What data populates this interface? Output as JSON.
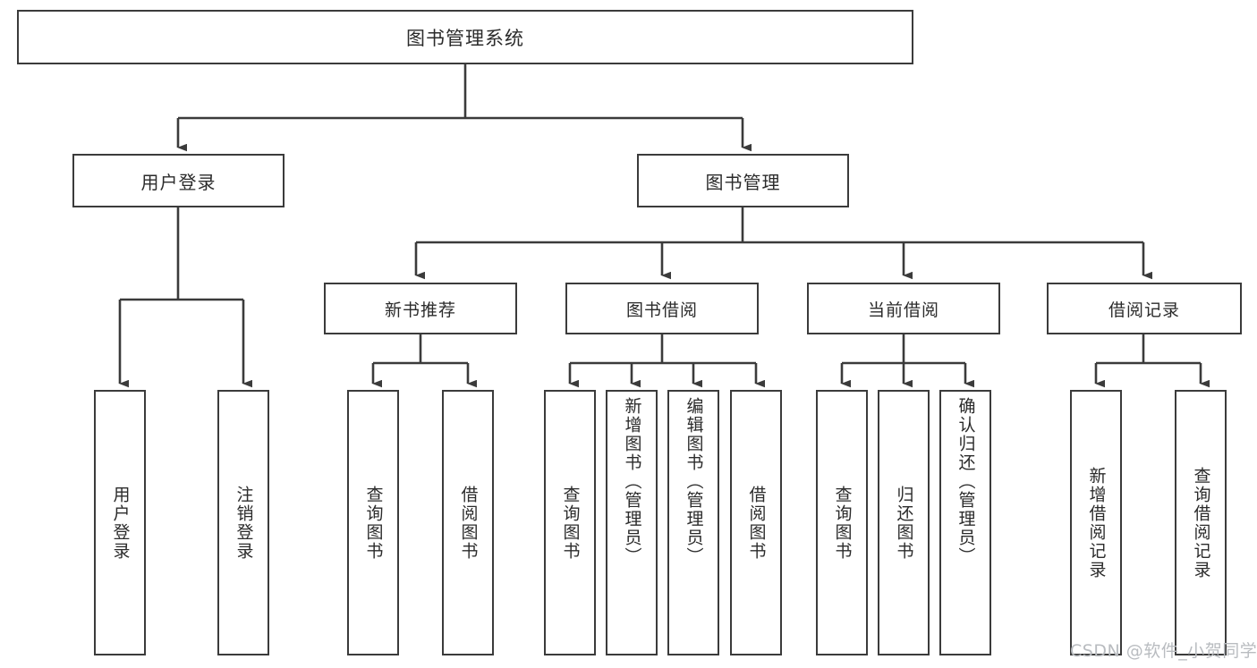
{
  "diagram": {
    "title": "图书管理系统",
    "type": "tree-hierarchy-chart",
    "watermark": "CSDN @软件_小贺同学",
    "colors": {
      "box_border": "#3b3b3b",
      "box_fill": "#ffffff",
      "edge": "#3b3b3b",
      "text": "#2b2b2b",
      "watermark": "#b9bcc0",
      "background": "#ffffff"
    },
    "root": {
      "label": "图书管理系统"
    },
    "level1": [
      {
        "id": "user-login",
        "label": "用户登录"
      },
      {
        "id": "book-manage",
        "label": "图书管理"
      }
    ],
    "level2": [
      {
        "id": "new-book-rec",
        "label": "新书推荐",
        "parent": "book-manage"
      },
      {
        "id": "book-borrow",
        "label": "图书借阅",
        "parent": "book-manage"
      },
      {
        "id": "current-borrow",
        "label": "当前借阅",
        "parent": "book-manage"
      },
      {
        "id": "borrow-record",
        "label": "借阅记录",
        "parent": "book-manage"
      }
    ],
    "leaves": {
      "user_login": [
        {
          "id": "leaf-user-login",
          "label": "用户登录"
        },
        {
          "id": "leaf-logout",
          "label": "注销登录"
        }
      ],
      "new_book_rec": [
        {
          "id": "leaf-query-book-1",
          "label": "查询图书"
        },
        {
          "id": "leaf-borrow-book-1",
          "label": "借阅图书"
        }
      ],
      "book_borrow": [
        {
          "id": "leaf-query-book-2",
          "label": "查询图书"
        },
        {
          "id": "leaf-add-book",
          "label": "新增图书（管理员）"
        },
        {
          "id": "leaf-edit-book",
          "label": "编辑图书（管理员）"
        },
        {
          "id": "leaf-borrow-book-2",
          "label": "借阅图书"
        }
      ],
      "current_borrow": [
        {
          "id": "leaf-query-book-3",
          "label": "查询图书"
        },
        {
          "id": "leaf-return-book",
          "label": "归还图书"
        },
        {
          "id": "leaf-confirm-return",
          "label": "确认归还（管理员）"
        }
      ],
      "borrow_record": [
        {
          "id": "leaf-add-record",
          "label": "新增借阅记录"
        },
        {
          "id": "leaf-query-record",
          "label": "查询借阅记录"
        }
      ]
    }
  }
}
